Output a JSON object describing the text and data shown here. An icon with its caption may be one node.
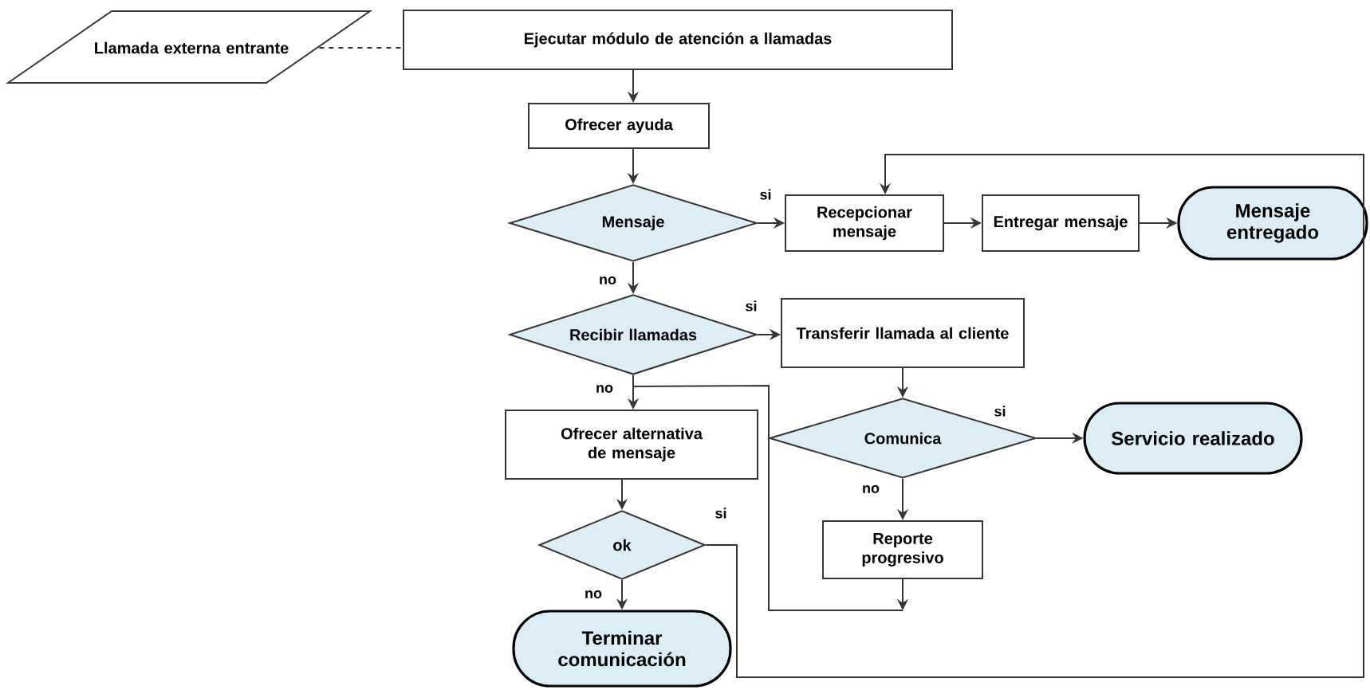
{
  "diagram": {
    "nodes": [
      {
        "text": [
          "Llamada externa entrante"
        ]
      },
      {
        "text": [
          "Ejecutar módulo de atención a llamadas"
        ]
      },
      {
        "text": [
          "Ofrecer ayuda"
        ]
      },
      {
        "text": [
          "Mensaje"
        ]
      },
      {
        "text": [
          "Recepcionar mensaje"
        ]
      },
      {
        "text": [
          "Entregar mensaje"
        ]
      },
      {
        "text": [
          "Mensaje entregado"
        ]
      },
      {
        "text": [
          "Recibir llamadas"
        ]
      },
      {
        "text": [
          "Transferir llamada al cliente"
        ]
      },
      {
        "text": [
          "Ofrecer alternativa de mensaje"
        ]
      },
      {
        "text": [
          "Comunica"
        ]
      },
      {
        "text": [
          "Servicio realizado"
        ]
      },
      {
        "text": [
          "ok"
        ]
      },
      {
        "text": [
          "Reporte progresivo"
        ]
      },
      {
        "text": [
          "Terminar comunicación"
        ]
      }
    ],
    "edges": [
      {
        "from": 0,
        "to": 1,
        "arrow": "none",
        "style": "dashed"
      },
      {
        "from": 1,
        "to": 2,
        "arrow": "to"
      },
      {
        "from": 2,
        "to": 3,
        "arrow": "to"
      },
      {
        "from": 3,
        "to": 4,
        "arrow": "to",
        "label": "si"
      },
      {
        "from": 4,
        "to": 5,
        "arrow": "to"
      },
      {
        "from": 5,
        "to": 6,
        "arrow": "to"
      },
      {
        "from": 3,
        "to": 7,
        "arrow": "to",
        "label": "no"
      },
      {
        "from": 7,
        "to": 8,
        "arrow": "to",
        "label": "si"
      },
      {
        "from": 7,
        "to": 9,
        "arrow": "to",
        "label": "no"
      },
      {
        "from": 8,
        "to": 10,
        "arrow": "to"
      },
      {
        "from": 10,
        "to": 11,
        "arrow": "to",
        "label": "si"
      },
      {
        "from": 10,
        "to": 13,
        "arrow": "to",
        "label": "no"
      },
      {
        "from": 9,
        "to": 12,
        "arrow": "to"
      },
      {
        "from": 12,
        "to": 14,
        "arrow": "to",
        "label": "no"
      },
      {
        "from": 12,
        "to": 4,
        "arrow": "to",
        "label": "si"
      },
      {
        "from": 13,
        "to": null,
        "arrow": "to"
      },
      {
        "from": 7,
        "to": null,
        "arrow": "none"
      }
    ]
  }
}
